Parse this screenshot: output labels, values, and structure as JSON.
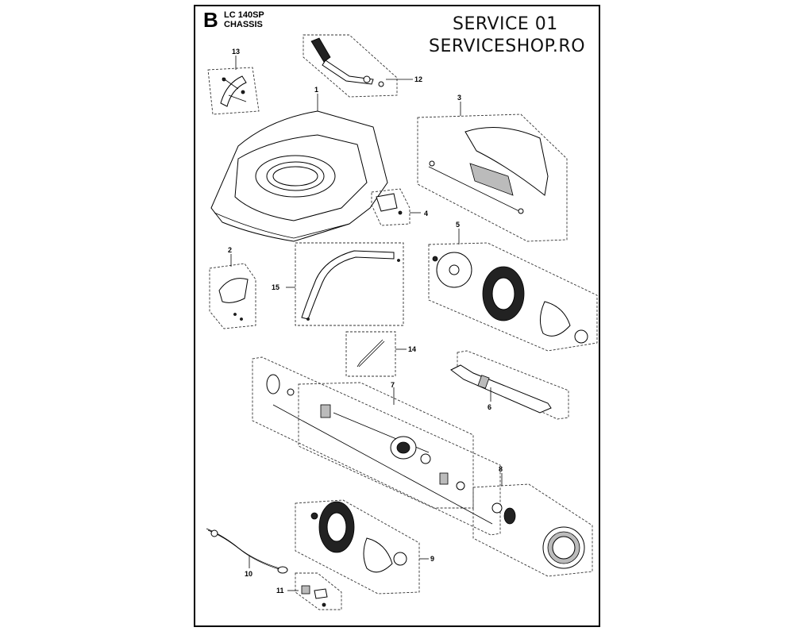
{
  "header": {
    "section_letter": "B",
    "model": "LC 140SP",
    "subtitle": "CHASSIS"
  },
  "watermark": {
    "line1": "SERVICE 01",
    "line2": "SERVICESHOP.RO"
  },
  "callouts": {
    "c1": "1",
    "c2": "2",
    "c3": "3",
    "c4": "4",
    "c5": "5",
    "c6": "6",
    "c7": "7",
    "c8": "8",
    "c9": "9",
    "c10": "10",
    "c11": "11",
    "c12": "12",
    "c13": "13",
    "c14": "14",
    "c15": "15"
  },
  "colors": {
    "line": "#000000",
    "frame": "#000000",
    "background": "#ffffff"
  }
}
